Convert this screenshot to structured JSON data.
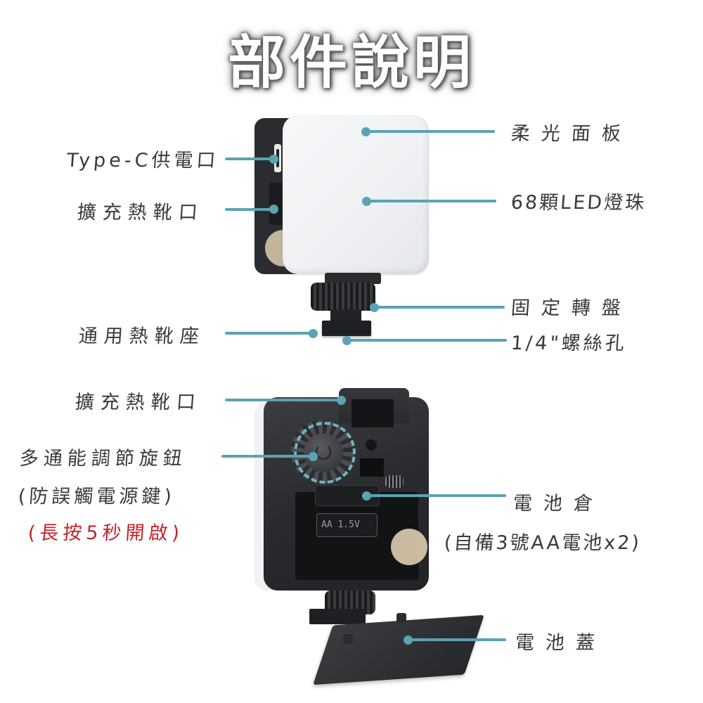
{
  "title": "部件說明",
  "colors": {
    "leader_line": "#5aa3b4",
    "label_text": "#3a3a3a",
    "warning_text": "#c4232b",
    "background": "#ffffff"
  },
  "front_view": {
    "labels_left": [
      {
        "text": "Type-C供電口",
        "target": "type-c-port"
      },
      {
        "text": "擴充熱靴口",
        "target": "side-hot-shoe-slot"
      },
      {
        "text": "通用熱靴座",
        "target": "hot-shoe-mount"
      }
    ],
    "labels_right": [
      {
        "text": "柔光面板",
        "target": "diffuser-panel"
      },
      {
        "text": "68顆LED燈珠",
        "target": "led-beads"
      },
      {
        "text": "固定轉盤",
        "target": "locking-wheel"
      },
      {
        "text": "1/4\"螺絲孔",
        "target": "screw-hole"
      }
    ]
  },
  "back_view": {
    "labels_left": [
      {
        "text": "擴充熱靴口",
        "target": "top-hot-shoe-slot"
      },
      {
        "text": "多通能調節旋鈕",
        "target": "multi-function-dial"
      },
      {
        "text": "(防誤觸電源鍵)",
        "target": "multi-function-dial"
      },
      {
        "text": "(長按5秒開啟)",
        "target": "multi-function-dial",
        "color": "red"
      }
    ],
    "labels_right": [
      {
        "text": "電池倉",
        "target": "battery-compartment"
      },
      {
        "text": "(自備3號AA電池x2)",
        "target": "battery-compartment"
      },
      {
        "text": "電池蓋",
        "target": "battery-cover"
      }
    ],
    "battery_marking": "AA 1.5V"
  }
}
